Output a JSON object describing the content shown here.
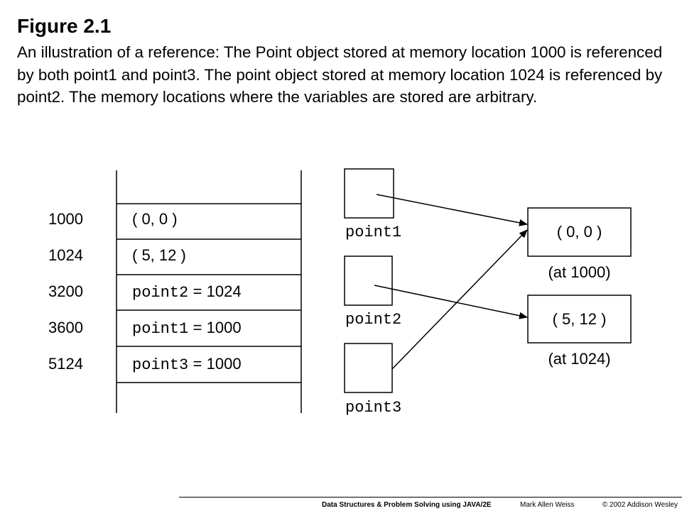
{
  "figure": {
    "title": "Figure 2.1",
    "caption": "An illustration of a reference: The Point object stored at memory location 1000 is referenced by both point1 and point3. The point object stored at memory location 1024 is referenced by point2. The memory locations where the variables are stored are arbitrary."
  },
  "memory": {
    "rows": [
      {
        "address": "1000",
        "content": "( 0, 0 )"
      },
      {
        "address": "1024",
        "content": "( 5, 12 )"
      },
      {
        "address": "3200",
        "var": "point2",
        "eq": "=",
        "value": "1024"
      },
      {
        "address": "3600",
        "var": "point1",
        "eq": "=",
        "value": "1000"
      },
      {
        "address": "5124",
        "var": "point3",
        "eq": "=",
        "value": "1000"
      }
    ]
  },
  "variables": [
    "point1",
    "point2",
    "point3"
  ],
  "objects": [
    {
      "value": "( 0, 0 )",
      "location": "(at 1000)"
    },
    {
      "value": "( 5, 12 )",
      "location": "(at 1024)"
    }
  ],
  "footer": {
    "book": "Data Structures & Problem Solving using JAVA/2E",
    "author": "Mark Allen Weiss",
    "copyright": "© 2002 Addison Wesley"
  }
}
